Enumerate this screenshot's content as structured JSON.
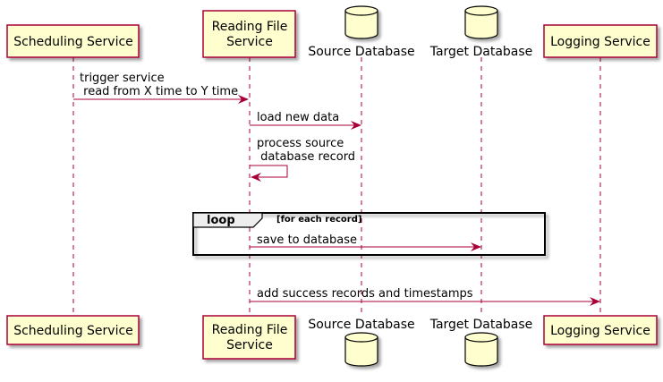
{
  "participants": [
    {
      "id": "scheduler",
      "kind": "box",
      "label": "Scheduling Service"
    },
    {
      "id": "reader",
      "kind": "box",
      "label": "Reading File\nService"
    },
    {
      "id": "source",
      "kind": "database",
      "label": "Source Database"
    },
    {
      "id": "target",
      "kind": "database",
      "label": "Target Database"
    },
    {
      "id": "logger",
      "kind": "box",
      "label": "Logging Service"
    }
  ],
  "messages": [
    {
      "from": "scheduler",
      "to": "reader",
      "text": "trigger service\n read from X time to Y time"
    },
    {
      "from": "reader",
      "to": "source",
      "text": "load new data"
    },
    {
      "from": "reader",
      "to": "reader",
      "text": "process source\n database record"
    },
    {
      "from": "reader",
      "to": "target",
      "text": "save to database"
    },
    {
      "from": "reader",
      "to": "logger",
      "text": "add success records and timestamps"
    }
  ],
  "loop": {
    "keyword": "loop",
    "condition": "[for each record]"
  },
  "colors": {
    "box_fill": "#FEFECE",
    "box_stroke": "#A80036",
    "arrow": "#A80036",
    "text": "#000000",
    "loop_header_fill": "#EEEEEE"
  }
}
